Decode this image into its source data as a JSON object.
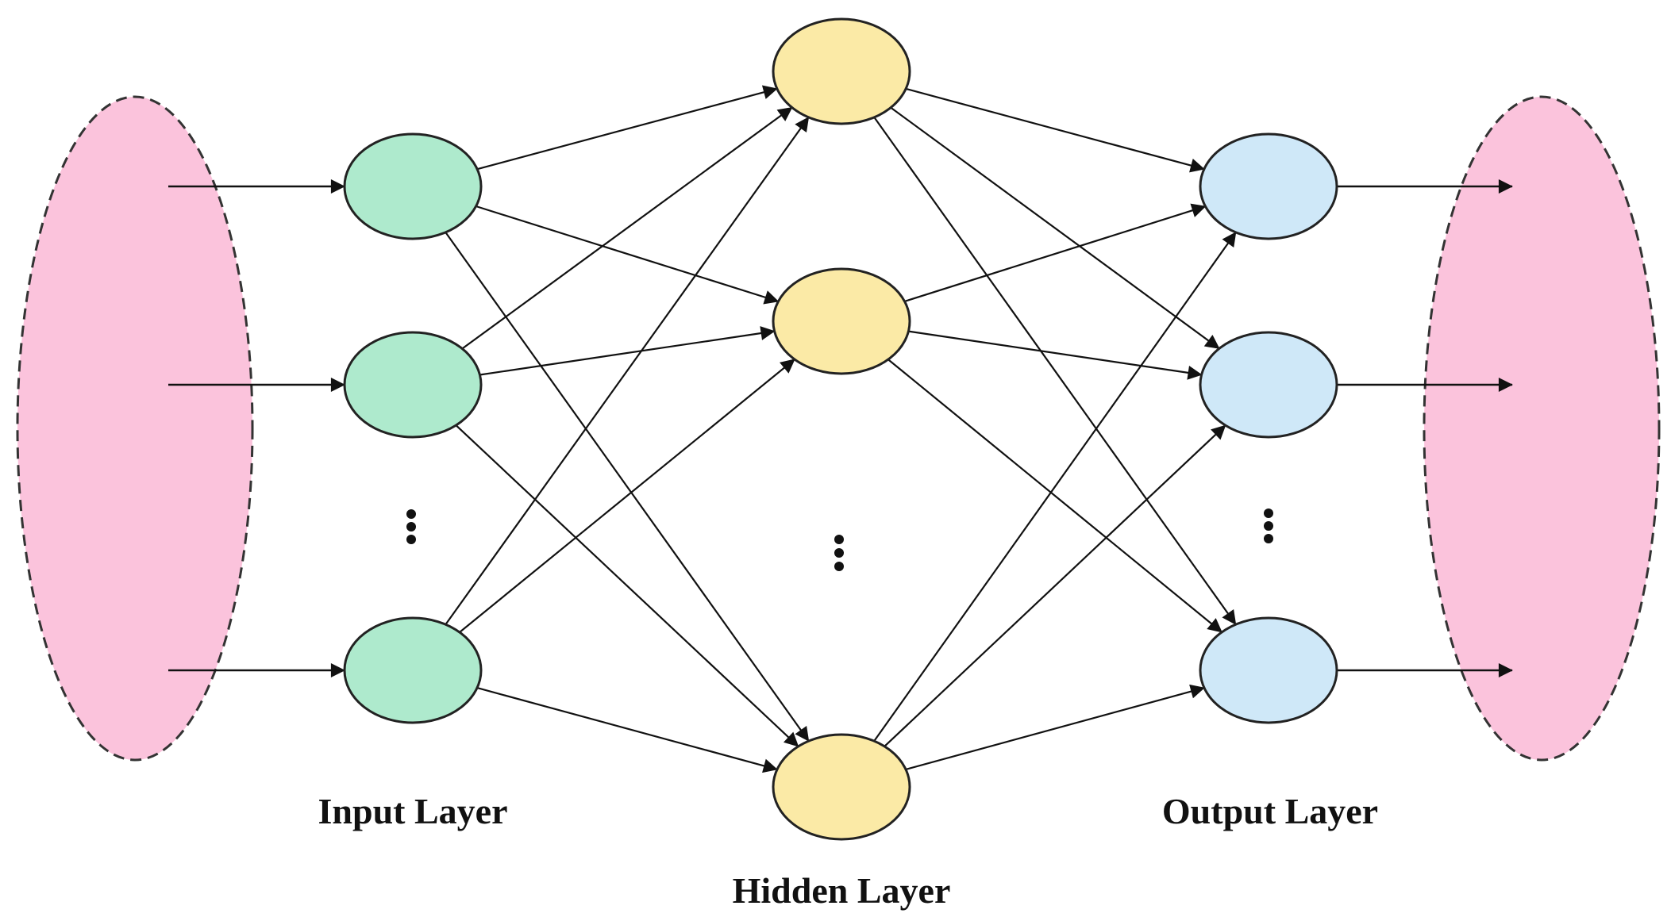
{
  "labels": {
    "input_layer": "Input Layer",
    "hidden_layer": "Hidden Layer",
    "output_layer": "Output Layer"
  },
  "network": {
    "input_nodes": 3,
    "hidden_nodes": 3,
    "output_nodes": 3,
    "ellipsis_between_last_two_nodes": true,
    "connectivity": "fully-connected"
  },
  "colors": {
    "input_node": "#aeeacd",
    "hidden_node": "#fbeaa6",
    "output_node": "#cfe8f8",
    "io_region": "#fbc3dc",
    "edge": "#111111"
  },
  "icons": {
    "ellipsis": "vertical-ellipsis-icon",
    "arrow": "arrowhead-icon"
  }
}
